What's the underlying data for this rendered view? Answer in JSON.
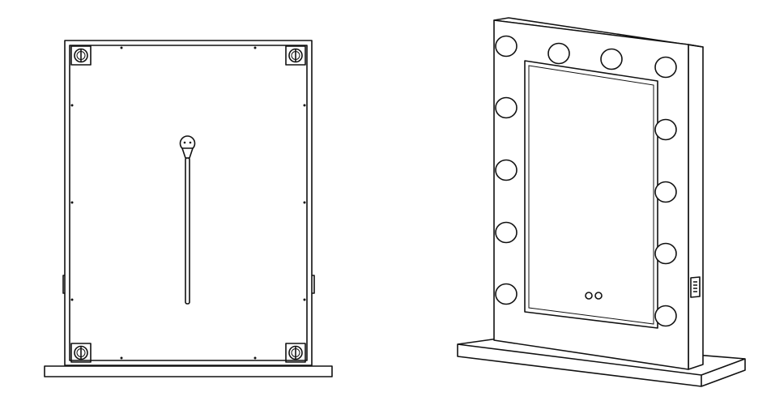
{
  "drawing": {
    "views": [
      "back-view",
      "front-perspective-view"
    ],
    "line_color": "#111111",
    "background_color": "#ffffff",
    "bulb_count": 12
  }
}
